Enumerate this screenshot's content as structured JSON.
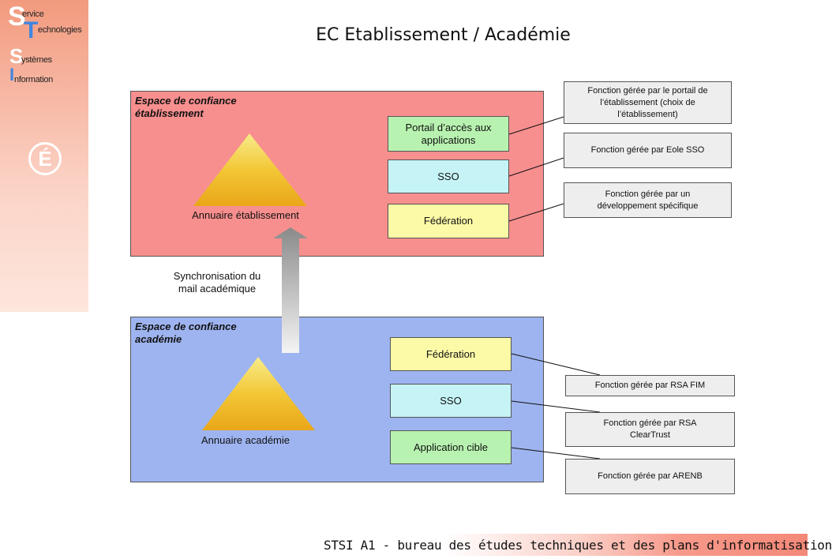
{
  "logo": {
    "letters": [
      "S",
      "T",
      "S",
      "I"
    ],
    "words": [
      "ervice",
      "echnologies",
      "ystèmes",
      "nformation"
    ],
    "emblem": "É"
  },
  "title": "EC Etablissement / Académie",
  "etablissement": {
    "zone_title_1": "Espace de confiance",
    "zone_title_2": "établissement",
    "annuaire": "Annuaire établissement",
    "boxes": {
      "portail_1": "Portail d’accès aux",
      "portail_2": "applications",
      "sso": "SSO",
      "federation": "Fédération"
    },
    "notes": {
      "portail_1": "Fonction gérée par le portail de",
      "portail_2": "l’établissement (choix de",
      "portail_3": "l’établissement)",
      "sso": "Fonction gérée par Eole SSO",
      "federation_1": "Fonction gérée par un",
      "federation_2": "développement spécifique"
    }
  },
  "sync": {
    "line1": "Synchronisation du",
    "line2": "mail académique"
  },
  "academie": {
    "zone_title_1": "Espace de confiance",
    "zone_title_2": "académie",
    "annuaire": "Annuaire académie",
    "boxes": {
      "federation": "Fédération",
      "sso": "SSO",
      "application": "Application cible"
    },
    "notes": {
      "federation": "Fonction gérée par RSA FIM",
      "sso_1": "Fonction gérée par RSA",
      "sso_2": "ClearTrust",
      "application": "Fonction gérée par ARENB"
    }
  },
  "footer": "STSI  A1 - bureau des études techniques et des plans d'informatisation",
  "colors": {
    "zone_etab": "#f78f8e",
    "zone_acad": "#9eb4f0",
    "box_green": "#b8f2b0",
    "box_cyan": "#c6f4f6",
    "box_yellow": "#fcfaa6",
    "note_bg": "#eeeeee"
  }
}
